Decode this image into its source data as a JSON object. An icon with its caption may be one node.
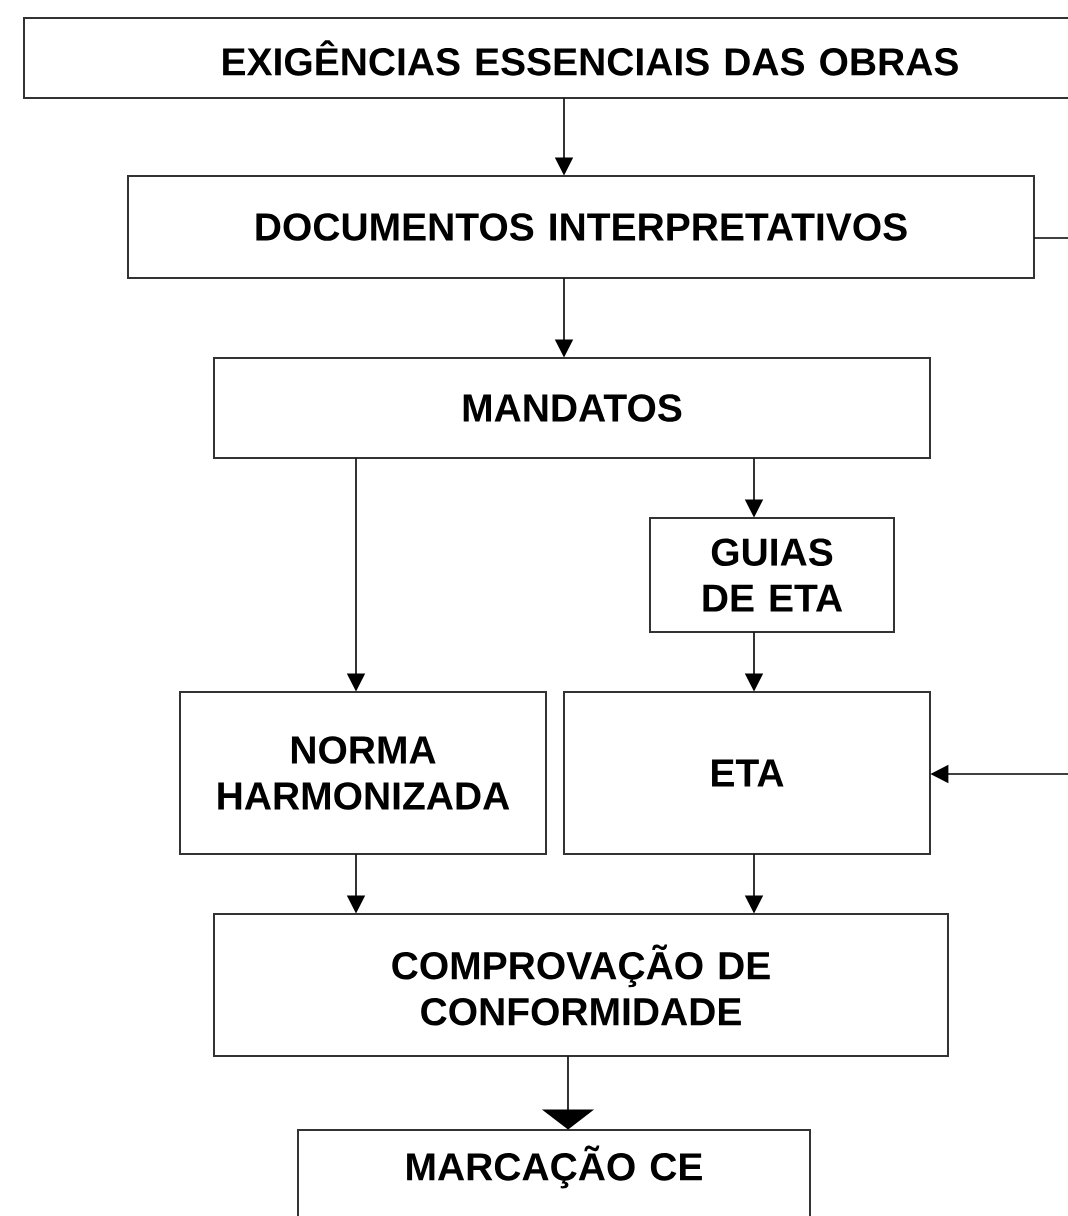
{
  "diagram": {
    "nodes": [
      {
        "text": [
          "EXIGÊNCIAS ESSENCIAIS DAS OBRAS"
        ]
      },
      {
        "text": [
          "DOCUMENTOS INTERPRETATIVOS"
        ]
      },
      {
        "text": [
          "MANDATOS"
        ]
      },
      {
        "text": [
          "GUIAS DE ETA"
        ]
      },
      {
        "text": [
          "NORMA HARMONIZADA"
        ]
      },
      {
        "text": [
          "ETA"
        ]
      },
      {
        "text": [
          "COMPROVAÇÃO DE CONFORMIDADE"
        ]
      },
      {
        "text": [
          "MARCAÇÃO CE"
        ]
      }
    ],
    "edges": [
      {
        "from": 0,
        "to": 1,
        "arrow": "to"
      },
      {
        "from": 1,
        "to": 2,
        "arrow": "to"
      },
      {
        "from": 2,
        "to": 3,
        "arrow": "to"
      },
      {
        "from": 2,
        "to": 4,
        "arrow": "to"
      },
      {
        "from": 3,
        "to": 5,
        "arrow": "to"
      },
      {
        "from": 4,
        "to": 6,
        "arrow": "to"
      },
      {
        "from": 5,
        "to": 6,
        "arrow": "to"
      },
      {
        "from": 6,
        "to": 7,
        "arrow": "to"
      },
      {
        "from": 1,
        "to": null,
        "arrow": "none"
      },
      {
        "from": null,
        "to": 5,
        "arrow": "to"
      }
    ]
  }
}
